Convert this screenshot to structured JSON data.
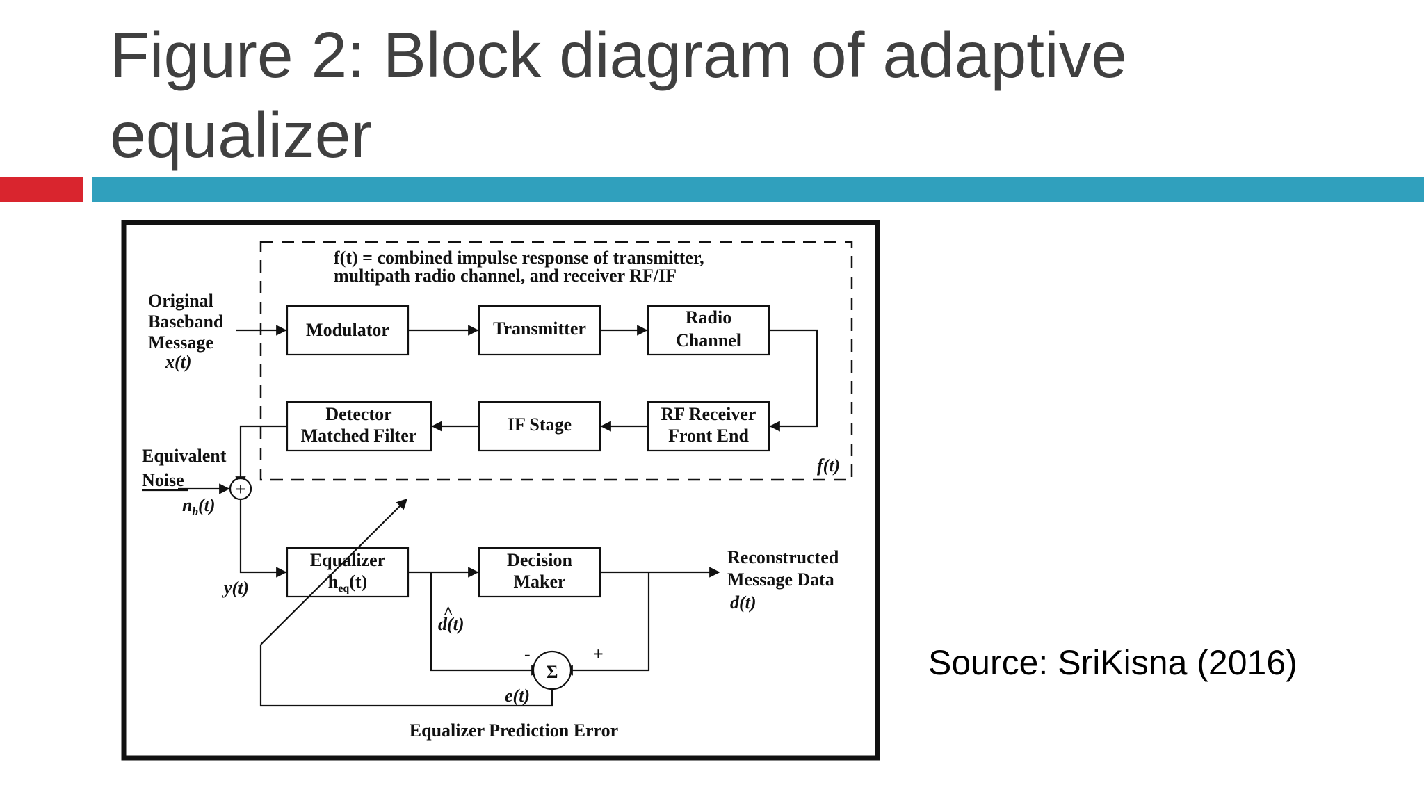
{
  "slide": {
    "title_line1": "Figure 2: Block diagram of adaptive",
    "title_line2": "equalizer",
    "source": "Source: SriKisna (2016)"
  },
  "colors": {
    "accent_red": "#d9252e",
    "accent_teal": "#30a0bd",
    "title": "#404040"
  },
  "diagram": {
    "ft_caption_line1": "f(t) = combined impulse response of transmitter,",
    "ft_caption_line2": "multipath radio channel, and receiver RF/IF",
    "input_line1": "Original",
    "input_line2": "Baseband",
    "input_line3": "Message",
    "input_symbol": "x(t)",
    "modulator": "Modulator",
    "transmitter": "Transmitter",
    "radio_line1": "Radio",
    "radio_line2": "Channel",
    "rf_line1": "RF Receiver",
    "rf_line2": "Front End",
    "if_stage": "IF Stage",
    "detector_line1": "Detector",
    "detector_line2": "Matched Filter",
    "ft_label": "f(t)",
    "noise_line1": "Equivalent",
    "noise_line2": "Noise",
    "noise_symbol_base": "n",
    "noise_symbol_sub": "b",
    "noise_symbol_arg": "(t)",
    "sum_symbol": "+",
    "y_symbol": "y(t)",
    "equalizer_line1": "Equalizer",
    "equalizer_line2_base": "h",
    "equalizer_line2_sub": "eq",
    "equalizer_line2_arg": "(t)",
    "decision_line1": "Decision",
    "decision_line2": "Maker",
    "output_line1": "Reconstructed",
    "output_line2": "Message Data",
    "output_symbol": "d(t)",
    "dhat_hat": "^",
    "dhat_symbol": "d(t)",
    "sigma": "Σ",
    "minus": "-",
    "plus": "+",
    "error_symbol": "e(t)",
    "error_caption": "Equalizer Prediction Error"
  }
}
